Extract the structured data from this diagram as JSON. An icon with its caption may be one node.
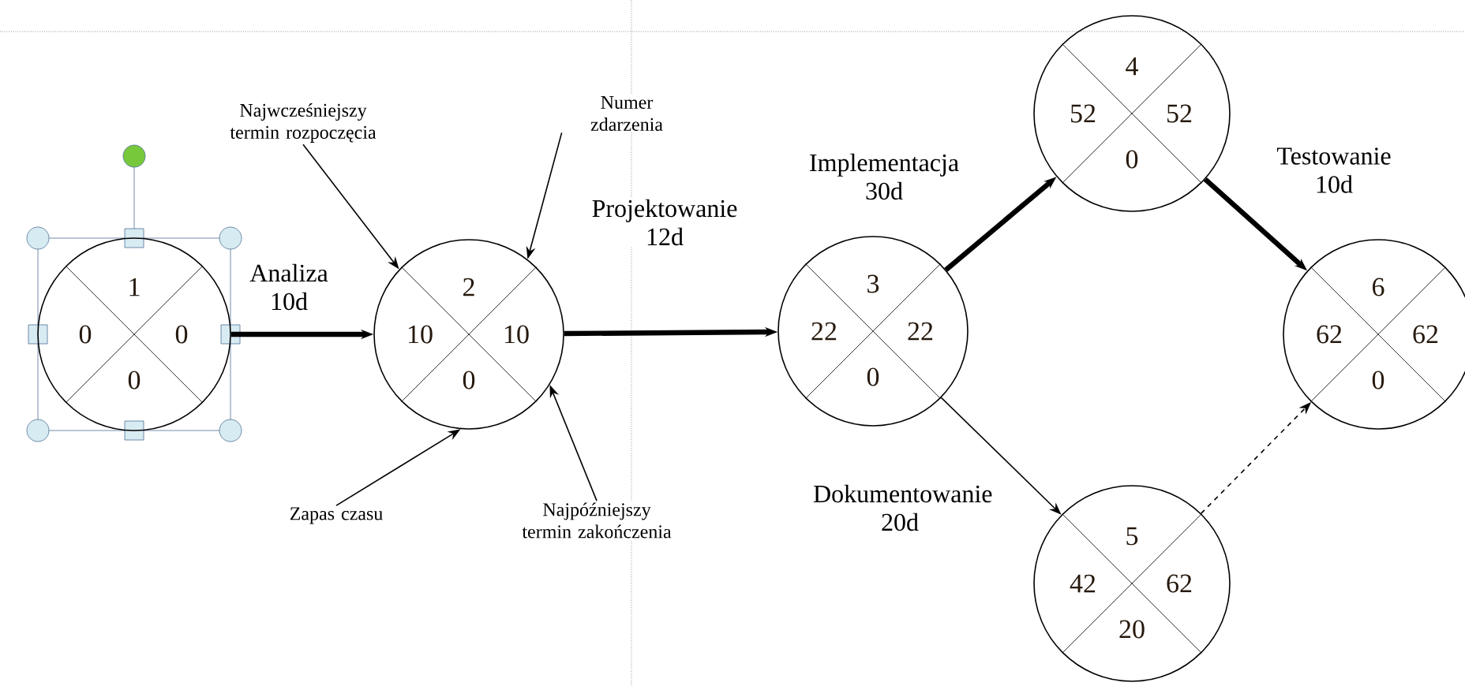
{
  "diagram": {
    "nodes": [
      {
        "text": [
          "1",
          "0",
          "0",
          "0"
        ]
      },
      {
        "text": [
          "2",
          "10",
          "10",
          "0"
        ]
      },
      {
        "text": [
          "3",
          "22",
          "22",
          "0"
        ]
      },
      {
        "text": [
          "4",
          "52",
          "52",
          "0"
        ]
      },
      {
        "text": [
          "5",
          "42",
          "62",
          "20"
        ]
      },
      {
        "text": [
          "6",
          "62",
          "62",
          "0"
        ]
      },
      {
        "text": [
          "Najwcześniejszy termin rozpoczęcia"
        ]
      },
      {
        "text": [
          "Numer zdarzenia"
        ]
      },
      {
        "text": [
          "Zapas czasu"
        ]
      },
      {
        "text": [
          "Najpóźniejszy termin zakończenia"
        ]
      }
    ],
    "edges": [
      {
        "from": 0,
        "to": 1,
        "arrow": "to",
        "label": "Analiza 10d",
        "style": "thick"
      },
      {
        "from": 1,
        "to": 2,
        "arrow": "to",
        "label": "Projektowanie 12d",
        "style": "thick"
      },
      {
        "from": 2,
        "to": 3,
        "arrow": "to",
        "label": "Implementacja 30d",
        "style": "thick"
      },
      {
        "from": 2,
        "to": 4,
        "arrow": "to",
        "label": "Dokumentowanie 20d"
      },
      {
        "from": 3,
        "to": 5,
        "arrow": "to",
        "label": "Testowanie 10d",
        "style": "thick"
      },
      {
        "from": 4,
        "to": 5,
        "arrow": "to",
        "style": "dashed"
      },
      {
        "from": 6,
        "to": 1,
        "arrow": "to"
      },
      {
        "from": 7,
        "to": 1,
        "arrow": "to"
      },
      {
        "from": 8,
        "to": 1,
        "arrow": "to"
      },
      {
        "from": 9,
        "to": 1,
        "arrow": "to"
      }
    ]
  }
}
